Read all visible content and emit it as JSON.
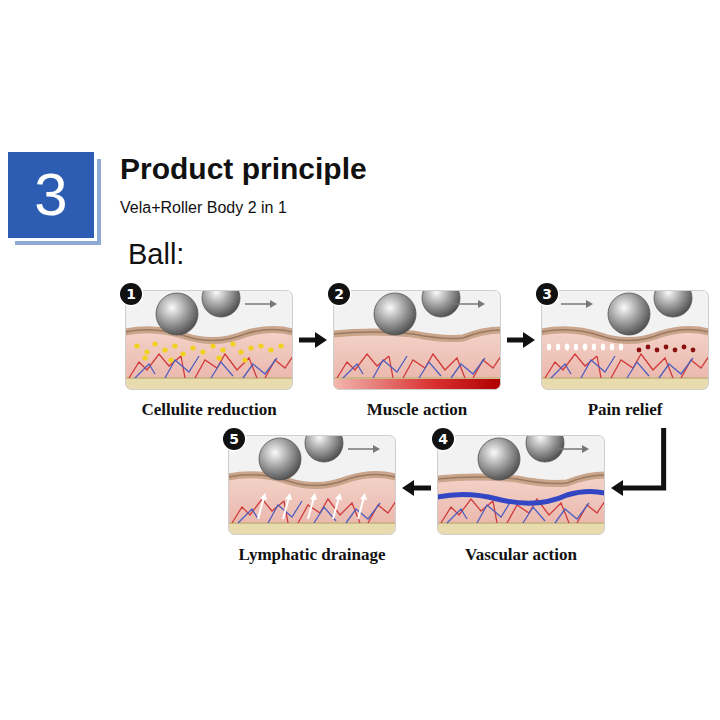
{
  "diagram": {
    "title": "Product principle",
    "nodes": [
      {
        "text": [
          "3"
        ]
      },
      {
        "text": [
          "Cellulite reduction"
        ]
      },
      {
        "text": [
          "Muscle action"
        ]
      },
      {
        "text": [
          "Pain relief"
        ]
      },
      {
        "text": [
          "Lymphatic drainage"
        ]
      },
      {
        "text": [
          "Vascular action"
        ]
      }
    ],
    "edges": [
      {
        "from": 1,
        "to": 2,
        "arrow": "to"
      },
      {
        "from": 2,
        "to": 3,
        "arrow": "to"
      },
      {
        "from": 3,
        "to": 5,
        "arrow": "to"
      },
      {
        "from": 5,
        "to": 4,
        "arrow": "to"
      }
    ],
    "labels": [
      "Vela+Roller Body 2 in 1",
      "Ball:",
      "1",
      "2",
      "3",
      "4",
      "5"
    ]
  }
}
